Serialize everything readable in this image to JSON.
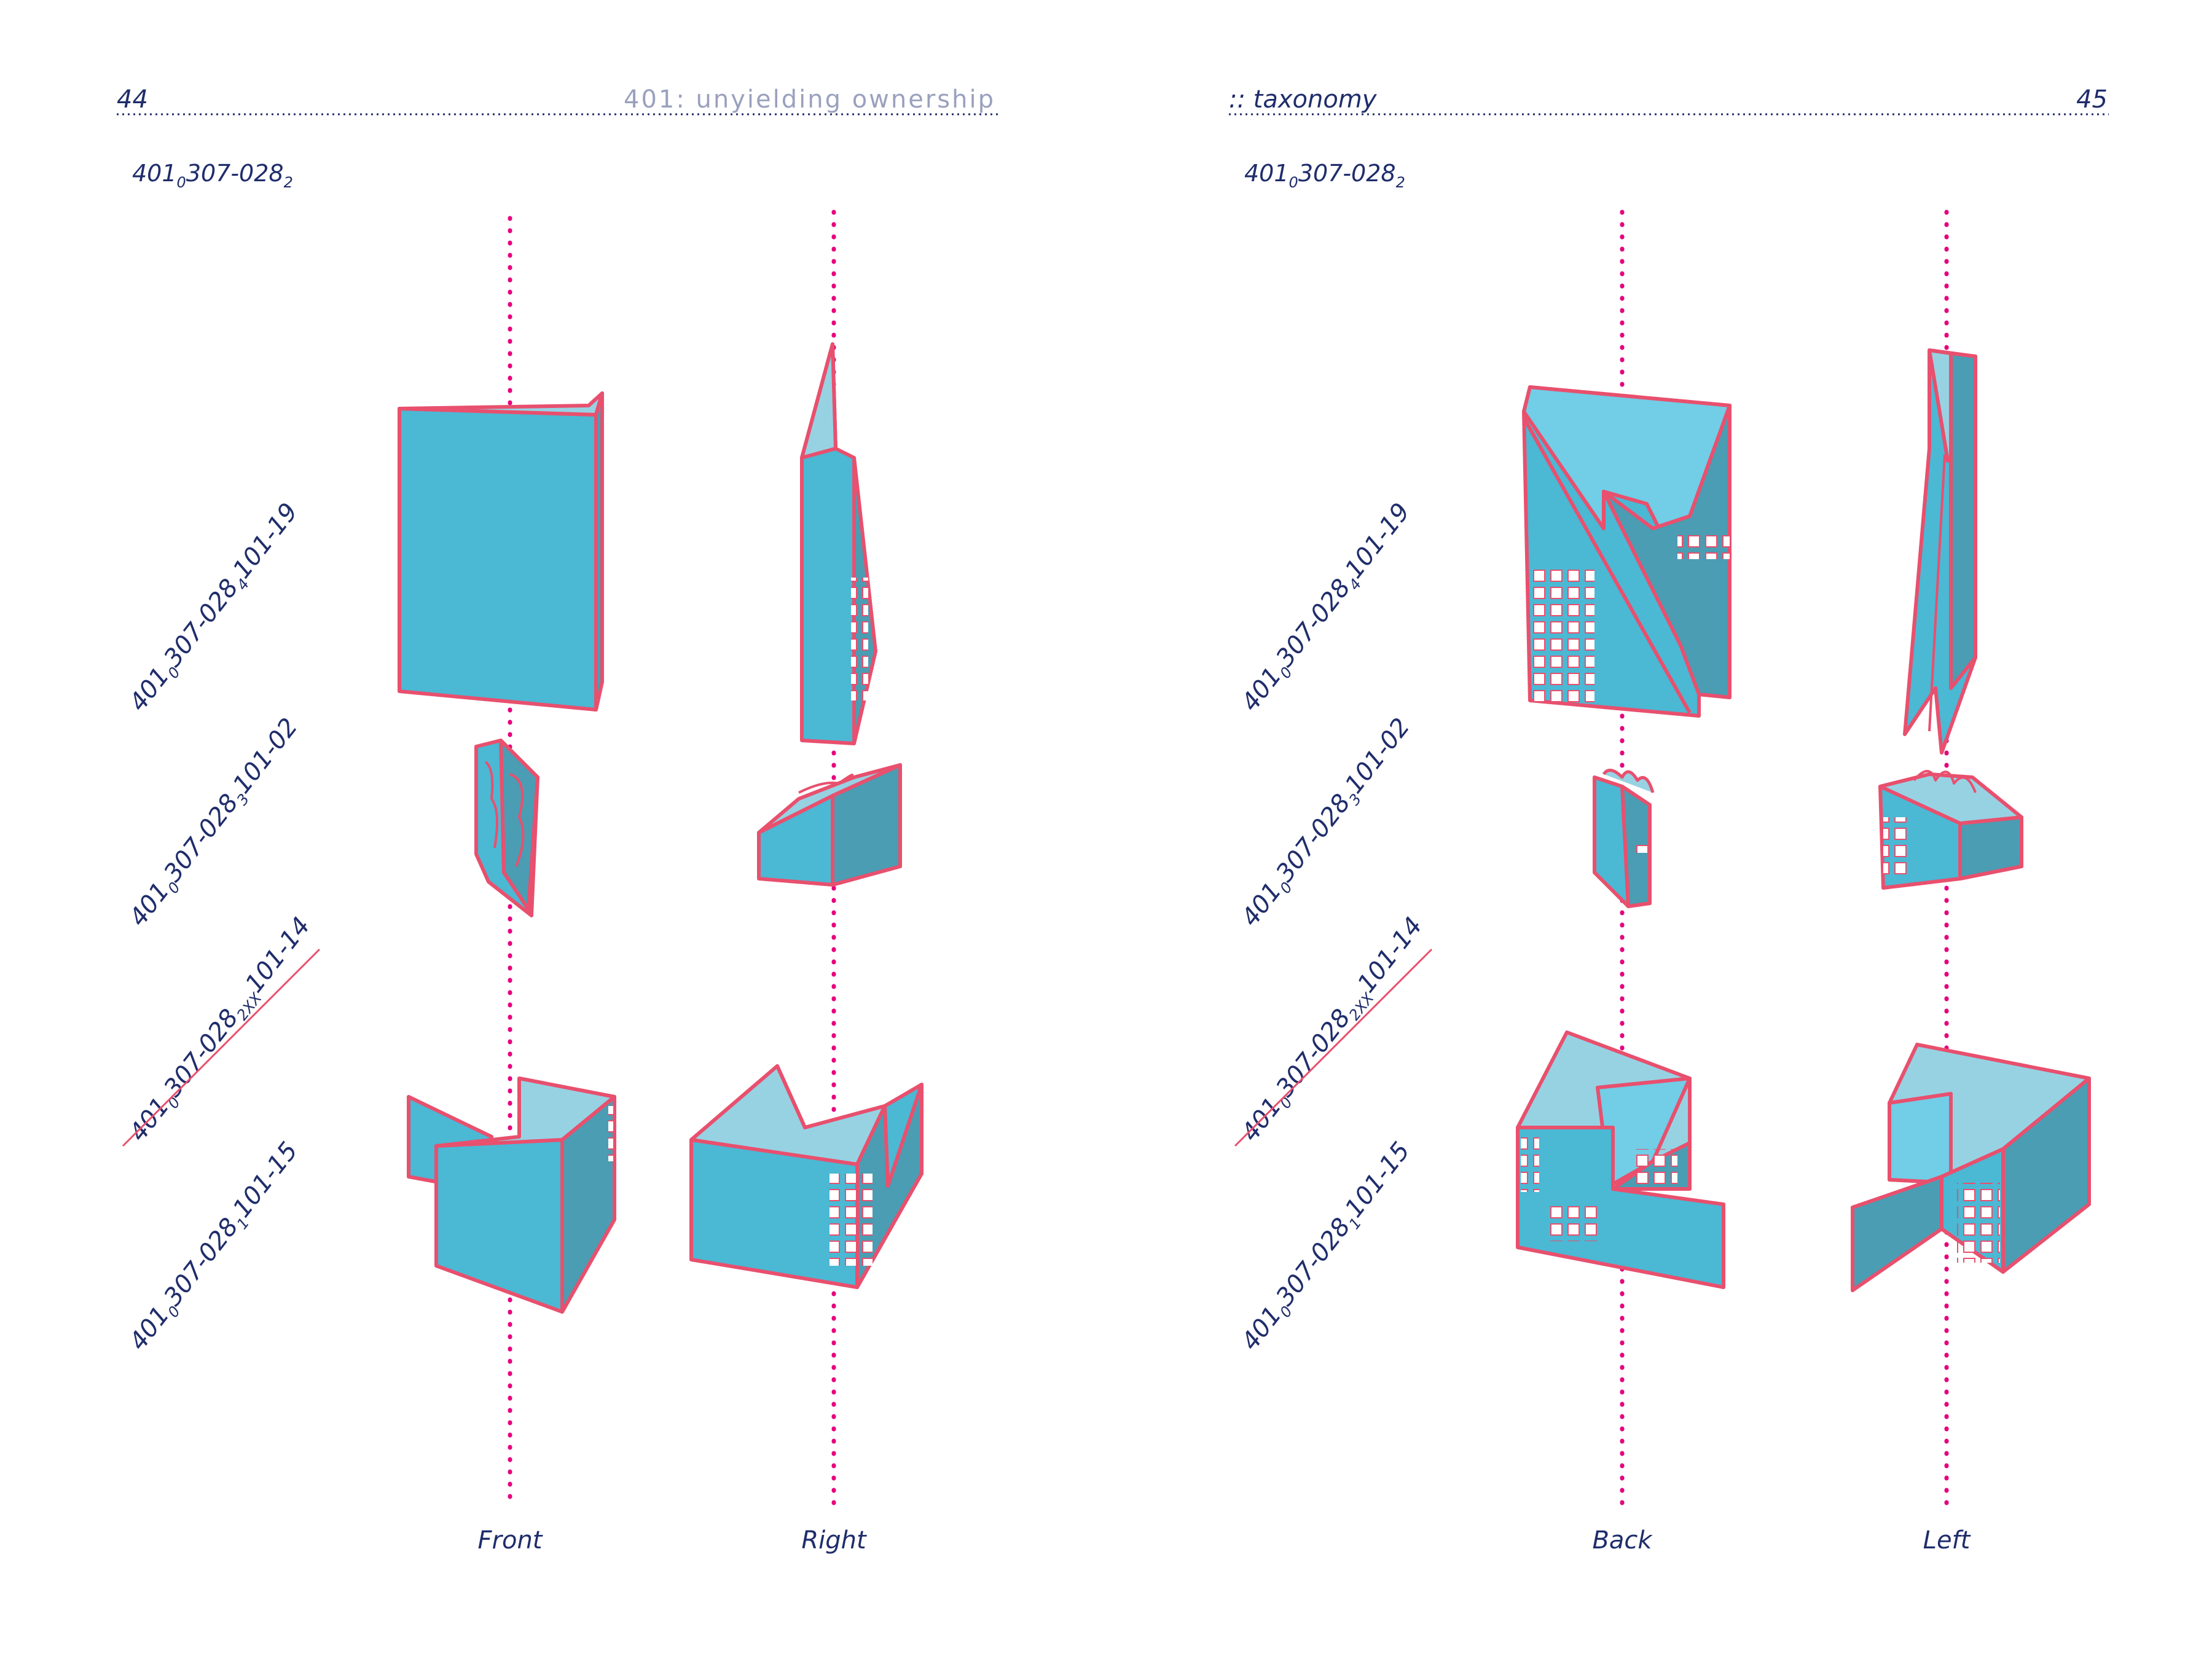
{
  "left_page": {
    "page_number": "44",
    "running_head": "401: unyielding ownership",
    "section_code": {
      "main": "401",
      "sub1": "0",
      "mid": "307-028",
      "sub2": "2"
    },
    "row_labels": [
      {
        "a": "401",
        "b": "0",
        "c": "307-028",
        "d": "4",
        "e": "101-19",
        "struck": false
      },
      {
        "a": "401",
        "b": "0",
        "c": "307-028",
        "d": "3",
        "e": "101-02",
        "struck": false
      },
      {
        "a": "401",
        "b": "0",
        "c": "307-028",
        "d": "2XX",
        "e": "101-14",
        "struck": true
      },
      {
        "a": "401",
        "b": "0",
        "c": "307-028",
        "d": "1",
        "e": "101-15",
        "struck": false
      }
    ],
    "views": [
      "Front",
      "Right"
    ]
  },
  "right_page": {
    "page_number": "45",
    "running_head": ":: taxonomy",
    "section_code": {
      "main": "401",
      "sub1": "0",
      "mid": "307-028",
      "sub2": "2"
    },
    "row_labels": [
      {
        "a": "401",
        "b": "0",
        "c": "307-028",
        "d": "4",
        "e": "101-19",
        "struck": false
      },
      {
        "a": "401",
        "b": "0",
        "c": "307-028",
        "d": "3",
        "e": "101-02",
        "struck": false
      },
      {
        "a": "401",
        "b": "0",
        "c": "307-028",
        "d": "2XX",
        "e": "101-14",
        "struck": true
      },
      {
        "a": "401",
        "b": "0",
        "c": "307-028",
        "d": "1",
        "e": "101-15",
        "struck": false
      }
    ],
    "views": [
      "Back",
      "Left"
    ]
  },
  "colors": {
    "ink": "#1f2d6b",
    "axis": "#e6007e",
    "outline": "#e8506e",
    "face_main": "#4bb8d4",
    "face_light": "#97d2e3",
    "face_dark": "#4a9db3"
  }
}
